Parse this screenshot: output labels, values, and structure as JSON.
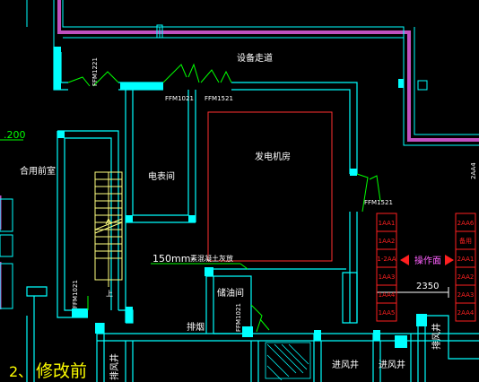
{
  "drawing": {
    "rooms": {
      "equipment_corridor": "设备走道",
      "generator_room": "发电机房",
      "meter_room": "电表间",
      "shared_anteroom": "合用前室",
      "oil_storage": "储油间",
      "smoke_exhaust": "排烟",
      "smoke_exhaust_shaft": "排风井",
      "intake_shaft_1": "进风井",
      "intake_shaft_2": "进风井",
      "exhaust_shaft_right": "排风井"
    },
    "door_tags": {
      "d1": "FFM1221",
      "d2": "FFM1021",
      "d3": "FFM1521",
      "d4": "FFM1521",
      "d5": "FFM1021",
      "d6": "FFM1021"
    },
    "labels": {
      "elevation": ".200",
      "slab_note_dim": "150mm",
      "slab_note": "素混凝土灰放",
      "dimension": "2350",
      "operation_face": "操作面",
      "stair_up": "上",
      "title_number": "2、",
      "title_text": "修改前"
    },
    "panel_left": [
      "1AA1",
      "1AA2",
      "1-2AA",
      "1AA3",
      "1AA4",
      "1AA5"
    ],
    "panel_right": [
      "2AA6",
      "备用",
      "2AA1",
      "2AA2",
      "2AA3",
      "2AA4"
    ],
    "edge_tag": "2AA4",
    "colors": {
      "background": "#000000",
      "walls": "#00ffff",
      "wall_magenta": "#c050c0",
      "generator_box": "#ff3030",
      "door_green": "#00ff00",
      "stair_yellow": "#ffff80",
      "panel_red": "#ff2020",
      "operation_text": "#ff60ff",
      "title_yellow": "#ffff00"
    }
  }
}
